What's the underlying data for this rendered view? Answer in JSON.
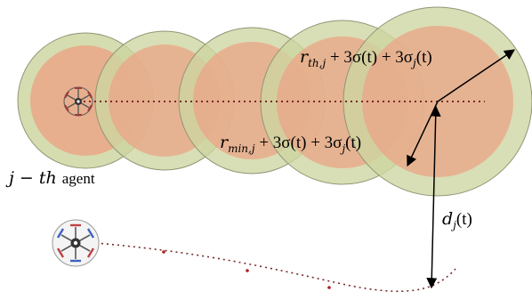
{
  "labels": {
    "agent_math": "j − th",
    "agent_word": "agent",
    "r_th_base": "r",
    "r_th_sub": "th,j",
    "r_th_rest": " + 3σ(t) + 3σ",
    "r_th_sub2": "j",
    "r_th_end": "(t)",
    "r_min_base": "r",
    "r_min_sub": "min,j",
    "r_min_rest": " + 3σ(t) + 3σ",
    "r_min_sub2": "j",
    "r_min_end": "(t)",
    "d_base": "d",
    "d_sub": "j",
    "d_end": "(t)"
  },
  "colors": {
    "outer_ring": "#c9d29a",
    "inner_disk": "#e9a07f",
    "outline": "#8c8c6a",
    "path_dots": "#7a2a2a",
    "arrow": "#000000",
    "robot_frame": "#5a5a5a",
    "robot_accent_red": "#c04040",
    "robot_accent_blue": "#4060c0"
  },
  "icons": {
    "agent_robot": "hexacopter-icon",
    "own_robot": "hexacopter-icon"
  }
}
